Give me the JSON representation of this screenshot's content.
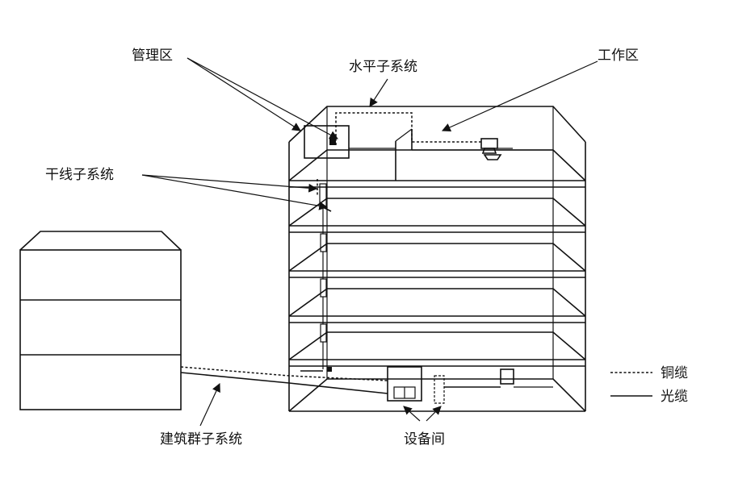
{
  "labels": {
    "management_area": "管理区",
    "horizontal_subsystem": "水平子系统",
    "work_area": "工作区",
    "backbone_subsystem": "干线子系统",
    "campus_subsystem": "建筑群子系统",
    "equipment_room": "设备间"
  },
  "legend": {
    "copper_cable": "铜缆",
    "fiber_cable": "光缆"
  }
}
